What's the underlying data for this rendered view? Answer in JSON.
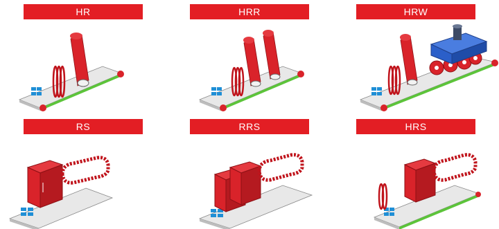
{
  "modules": [
    {
      "label": "HR",
      "variant": "single-brush"
    },
    {
      "label": "HRR",
      "variant": "double-brush"
    },
    {
      "label": "HRW",
      "variant": "brush-with-wheel-unit"
    },
    {
      "label": "RS",
      "variant": "single-block-chain"
    },
    {
      "label": "RRS",
      "variant": "double-block-chain"
    },
    {
      "label": "HRS",
      "variant": "brush-block-chain"
    }
  ],
  "colors": {
    "label_bg": "#e31e24",
    "label_text": "#ffffff",
    "belt_green": "#5cc43a",
    "roller_red": "#d9232a",
    "conveyor_gray": "#e8e8e8",
    "panel_blue": "#1f8fd6",
    "motor_blue": "#2b5fc9"
  }
}
